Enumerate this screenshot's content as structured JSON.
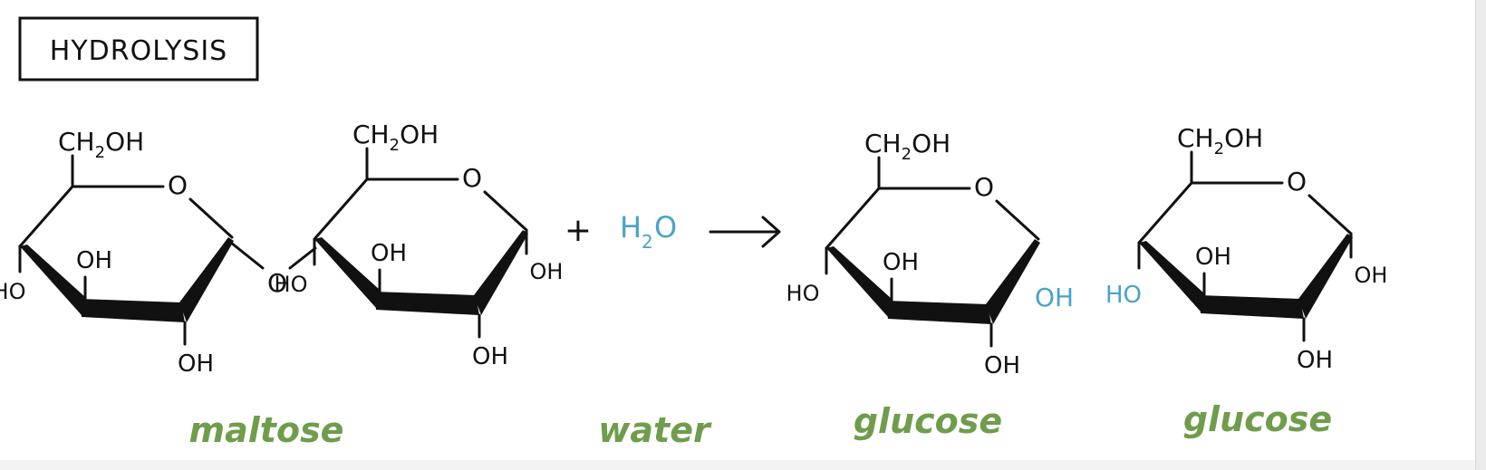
{
  "title": "HYDROLYSIS",
  "colors": {
    "ink": "#111111",
    "water_blue": "#4aa3c8",
    "label_green": "#6f9d4c"
  },
  "plus_sign": "+",
  "arrow_glyph": "→",
  "ring_labels": {
    "ch2oh": "CH",
    "ch2oh_sub": "2",
    "ch2oh_tail": "OH",
    "ring_oxygen": "O",
    "oh": "OH",
    "ho": "HO"
  },
  "water": {
    "h": "H",
    "sub": "2",
    "o": "O"
  },
  "transferred": {
    "oh": "OH",
    "ho": "HO"
  },
  "names": {
    "maltose": "maltose",
    "water": "water",
    "glucose_1": "glucose",
    "glucose_2": "glucose"
  }
}
